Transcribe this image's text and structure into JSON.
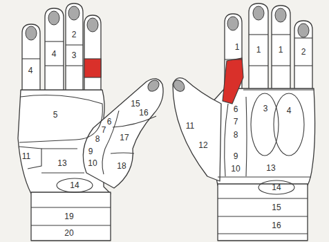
{
  "diagram": {
    "labels": [
      "4",
      "4",
      "2",
      "3",
      "5",
      "11",
      "6",
      "7",
      "8",
      "9",
      "10",
      "15",
      "16",
      "17",
      "18",
      "13",
      "14",
      "19",
      "20",
      "1",
      "1",
      "1",
      "2",
      "11",
      "12",
      "6",
      "7",
      "8",
      "9",
      "10",
      "3",
      "4",
      "13",
      "14",
      "15",
      "16"
    ]
  }
}
